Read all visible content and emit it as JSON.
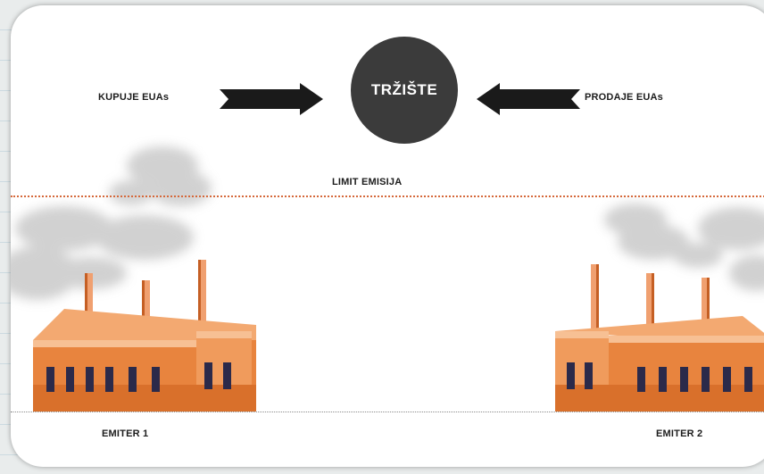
{
  "diagram": {
    "market_label": "TRŽIŠTE",
    "buy_label": "KUPUJE EUAs",
    "sell_label": "PRODAJE EUAs",
    "limit_label": "LIMIT EMISIJA",
    "emitter1_label": "EMITER 1",
    "emitter2_label": "EMITER 2"
  },
  "colors": {
    "market_circle": "#3b3b3b",
    "limit_line": "#d5683a",
    "factory_orange": "#e8843e",
    "arrow": "#1a1a1a"
  }
}
